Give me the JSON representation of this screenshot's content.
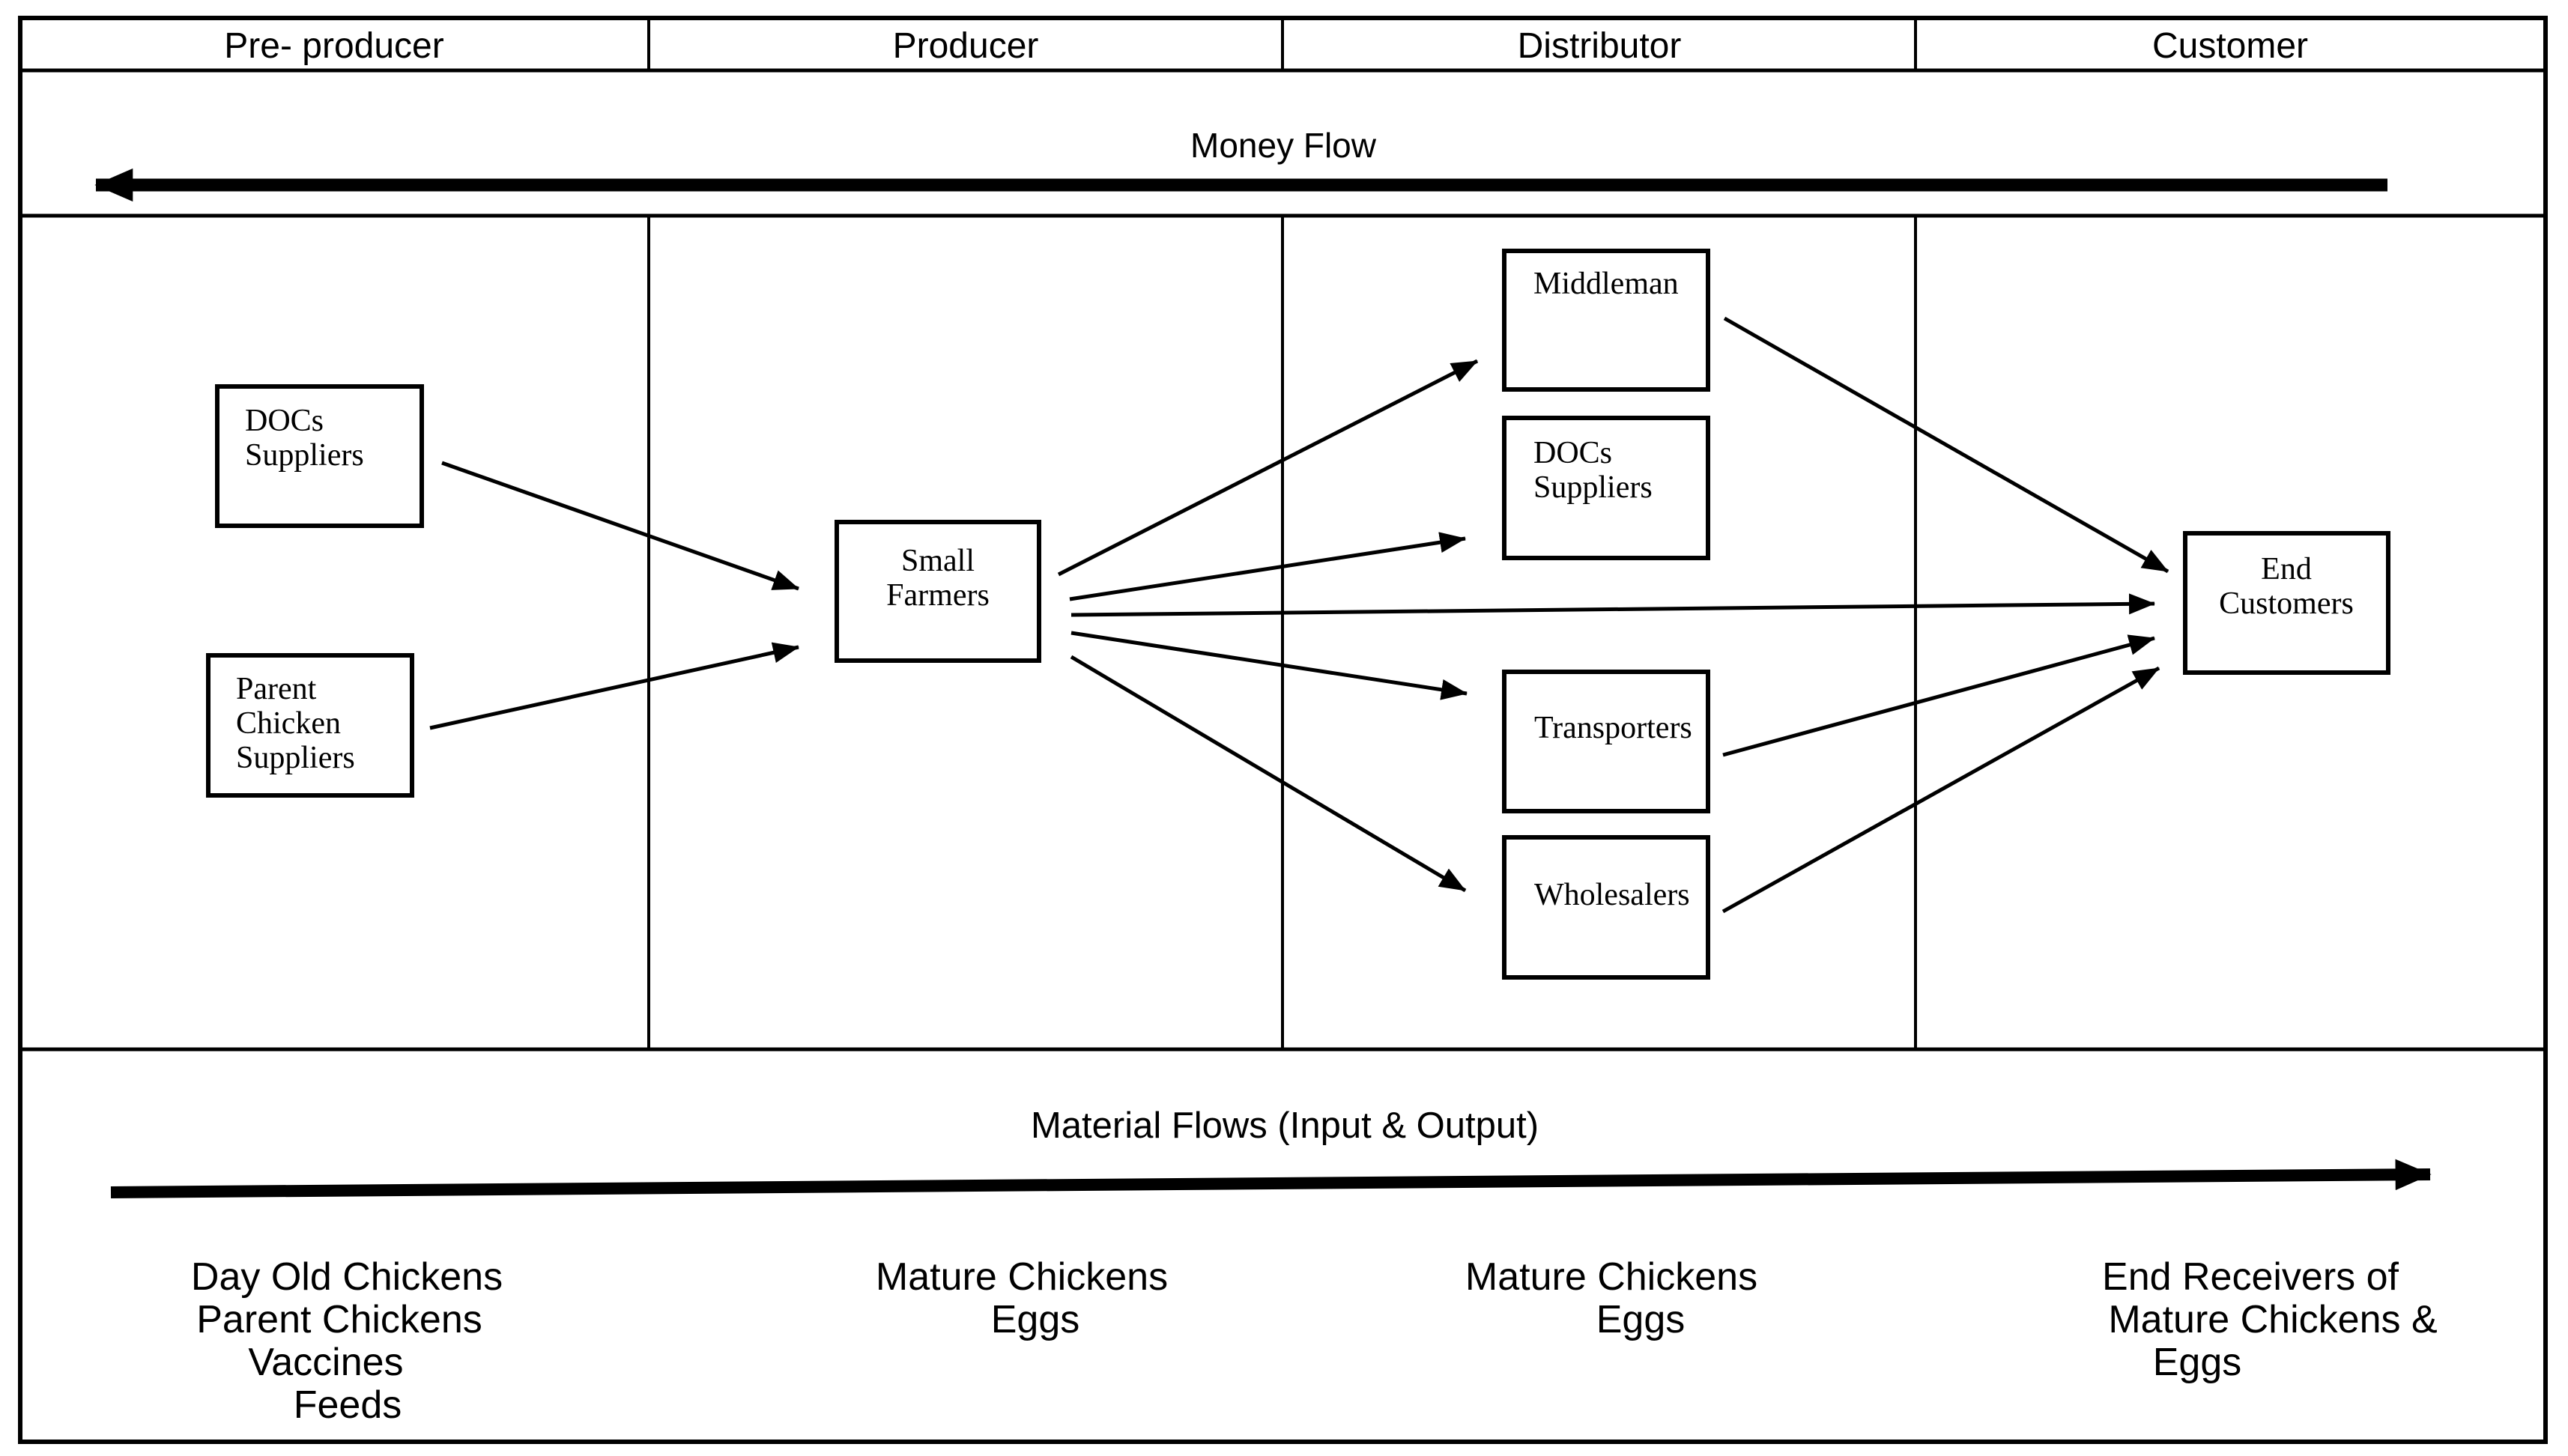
{
  "diagram_title": "Poultry supply chain: money and material flows",
  "colors": {
    "background": "#ffffff",
    "line": "#000000",
    "text": "#000000"
  },
  "header": {
    "columns": [
      {
        "id": "pre_producer",
        "label": "Pre- producer"
      },
      {
        "id": "producer",
        "label": "Producer"
      },
      {
        "id": "distributor",
        "label": "Distributor"
      },
      {
        "id": "customer",
        "label": "Customer"
      }
    ]
  },
  "money_flow": {
    "label": "Money Flow",
    "direction": "right-to-left"
  },
  "material_flow": {
    "label": "Material Flows (Input & Output)",
    "direction": "left-to-right"
  },
  "nodes": {
    "docs_suppliers_pre": {
      "lines": [
        "DOCs",
        "Suppliers"
      ]
    },
    "parent_chicken_suppliers": {
      "lines": [
        "Parent",
        "Chicken",
        "Suppliers"
      ]
    },
    "small_farmers": {
      "lines": [
        "Small",
        "Farmers"
      ]
    },
    "middleman": {
      "lines": [
        "Middleman"
      ]
    },
    "docs_suppliers_dist": {
      "lines": [
        "DOCs",
        "Suppliers"
      ]
    },
    "transporters": {
      "lines": [
        "Transporters"
      ]
    },
    "wholesalers": {
      "lines": [
        "Wholesalers"
      ]
    },
    "end_customers": {
      "lines": [
        "End",
        "Customers"
      ]
    }
  },
  "edges": [
    {
      "from": "docs_suppliers_pre",
      "to": "small_farmers"
    },
    {
      "from": "parent_chicken_suppliers",
      "to": "small_farmers"
    },
    {
      "from": "small_farmers",
      "to": "middleman"
    },
    {
      "from": "small_farmers",
      "to": "docs_suppliers_dist"
    },
    {
      "from": "small_farmers",
      "to": "end_customers"
    },
    {
      "from": "small_farmers",
      "to": "transporters"
    },
    {
      "from": "small_farmers",
      "to": "wholesalers"
    },
    {
      "from": "middleman",
      "to": "end_customers"
    },
    {
      "from": "transporters",
      "to": "end_customers"
    },
    {
      "from": "wholesalers",
      "to": "end_customers"
    }
  ],
  "bottom_labels": {
    "pre_producer": {
      "lines": [
        "Day Old Chickens",
        "Parent Chickens",
        "Vaccines",
        "Feeds"
      ]
    },
    "producer": {
      "lines": [
        "Mature Chickens",
        "Eggs"
      ]
    },
    "distributor": {
      "lines": [
        "Mature Chickens",
        "Eggs"
      ]
    },
    "customer": {
      "lines": [
        "End Receivers of",
        "Mature Chickens &",
        "Eggs"
      ]
    }
  }
}
